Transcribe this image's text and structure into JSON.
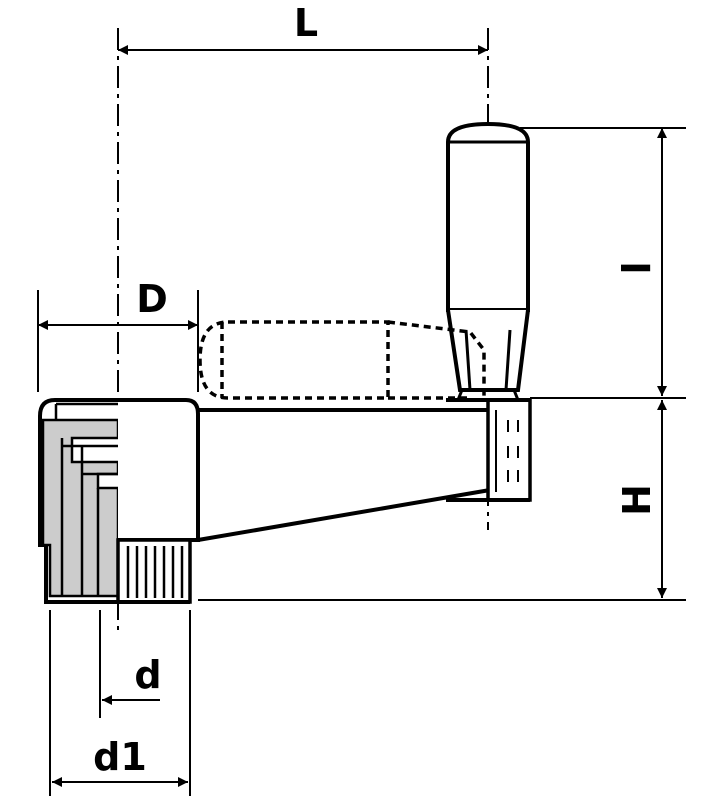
{
  "dimensions": {
    "L": "L",
    "l": "l",
    "D": "D",
    "H": "H",
    "d": "d",
    "d1": "d1"
  },
  "colors": {
    "line": "#000000",
    "hatch_fill": "#cccccc",
    "background": "#ffffff"
  }
}
